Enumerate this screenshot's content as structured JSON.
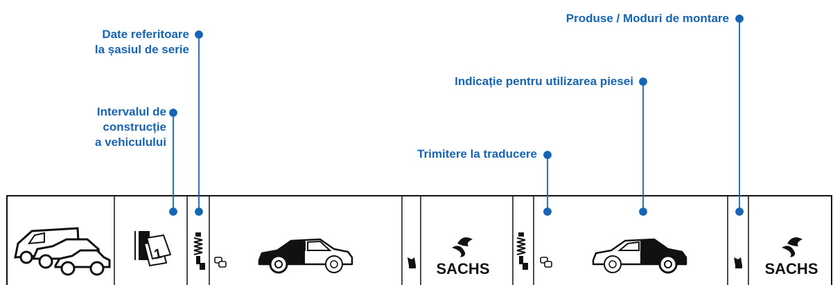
{
  "colors": {
    "accent": "#1565b4",
    "line": "#1565b4",
    "frame": "#111111"
  },
  "callouts": {
    "chassis": [
      "Date referitoare",
      "la șasiul de serie"
    ],
    "build_interval": [
      "Intervalul de",
      "construcție",
      "a vehiculului"
    ],
    "products": "Produse / Moduri de montare",
    "usage_hint": "Indicație pentru utilizarea piesei",
    "translation_ref": "Trimitere la traducere"
  },
  "strip": {
    "brand": "SACHS",
    "icons": [
      "vehicle-group-icon",
      "calendar-icon",
      "spring-icon",
      "speech-bubble-icon",
      "car-front-highlight-icon",
      "wrench-icon",
      "sachs-logo-icon",
      "spring-icon",
      "speech-bubble-icon",
      "car-rear-highlight-icon",
      "wrench-icon",
      "sachs-logo-icon"
    ]
  }
}
